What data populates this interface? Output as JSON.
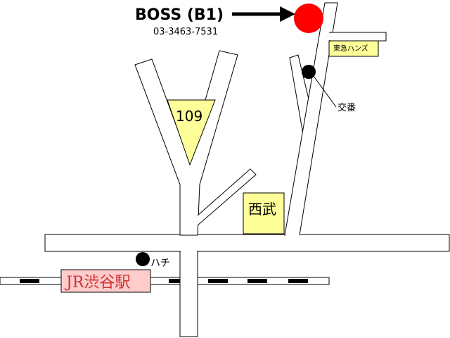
{
  "title": "BOSS (B1)",
  "phone": "03-3463-7531",
  "labels": {
    "tokyu_hands": "東急ハンズ",
    "koban": "交番",
    "building_109": "109",
    "seibu": "西武",
    "hachi": "ハチ",
    "station": "JR渋谷駅"
  },
  "colors": {
    "destination": "#ff0000",
    "building": "#ffff99",
    "station_box": "#ffcccc",
    "station_text": "#cc3333",
    "road_outline": "#000000",
    "road_fill": "#ffffff"
  },
  "icons": {
    "destination_marker": "red-circle",
    "koban_marker": "black-circle",
    "hachi_marker": "black-circle",
    "arrow": "right-arrow"
  }
}
